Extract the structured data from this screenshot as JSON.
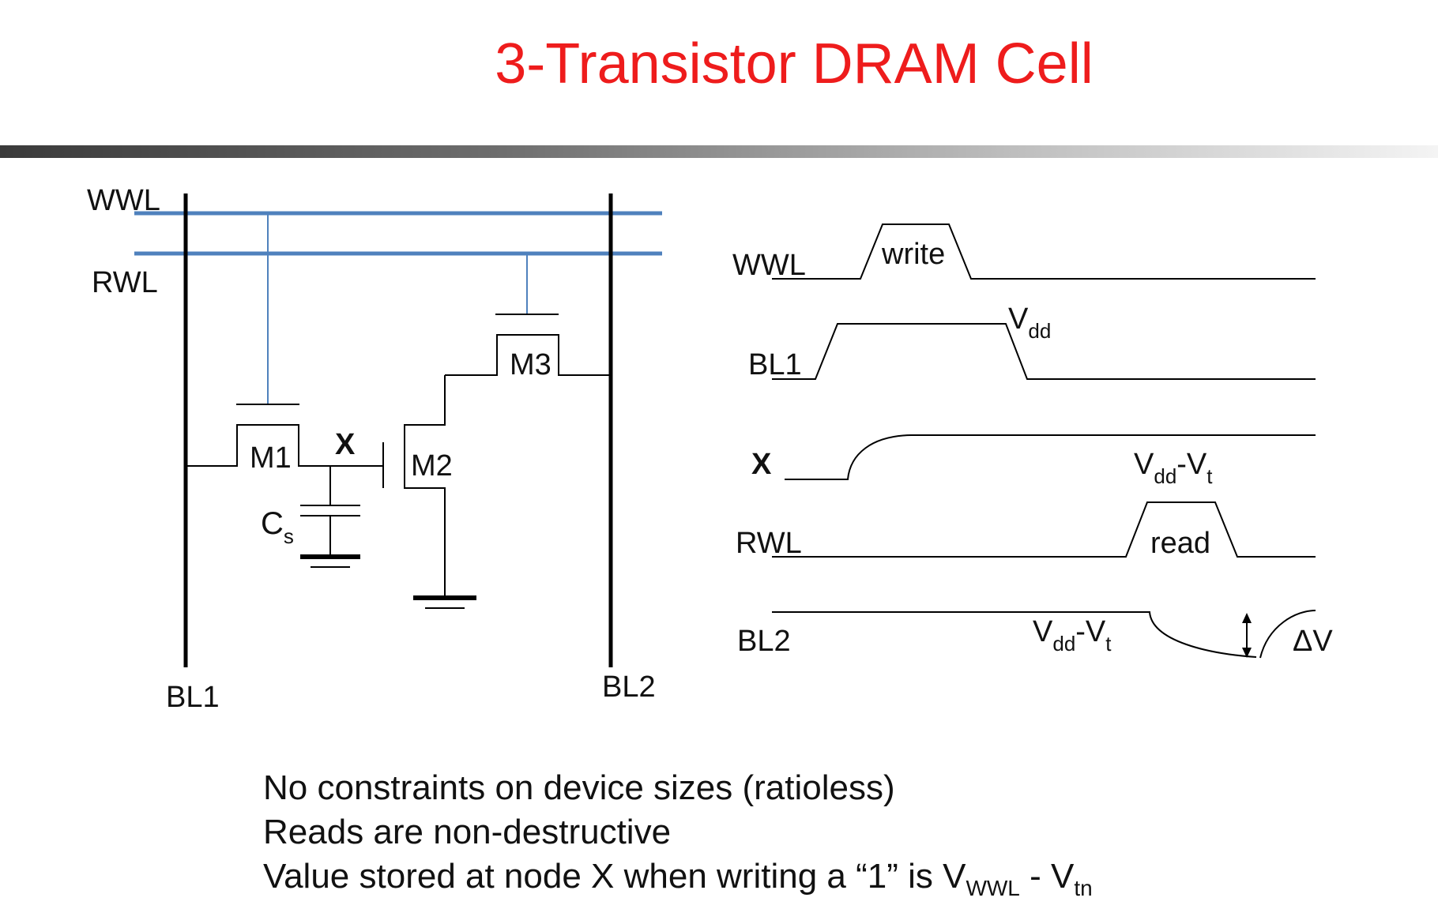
{
  "title": "3-Transistor DRAM Cell",
  "circuit": {
    "wwl": "WWL",
    "rwl": "RWL",
    "bl1": "BL1",
    "bl2": "BL2",
    "m1": "M1",
    "m2": "M2",
    "m3": "M3",
    "x": "X",
    "cs_main": "C",
    "cs_sub": "s"
  },
  "waveforms": {
    "wwl": "WWL",
    "bl1": "BL1",
    "x": "X",
    "rwl": "RWL",
    "bl2": "BL2",
    "write": "write",
    "read": "read",
    "v": "V",
    "dd": "dd",
    "dash_v": "-V",
    "t": "t",
    "delta_v": "ΔV"
  },
  "bullets": {
    "line1": "No constraints on device sizes (ratioless)",
    "line2": "Reads are non-destructive",
    "line3_prefix": "Value stored at node X when writing a “1” is V",
    "line3_sub1": "WWL",
    "line3_mid": " - V",
    "line3_sub2": "tn"
  },
  "colors": {
    "title": "#ee1c1c",
    "wordline": "#4f81bd"
  }
}
